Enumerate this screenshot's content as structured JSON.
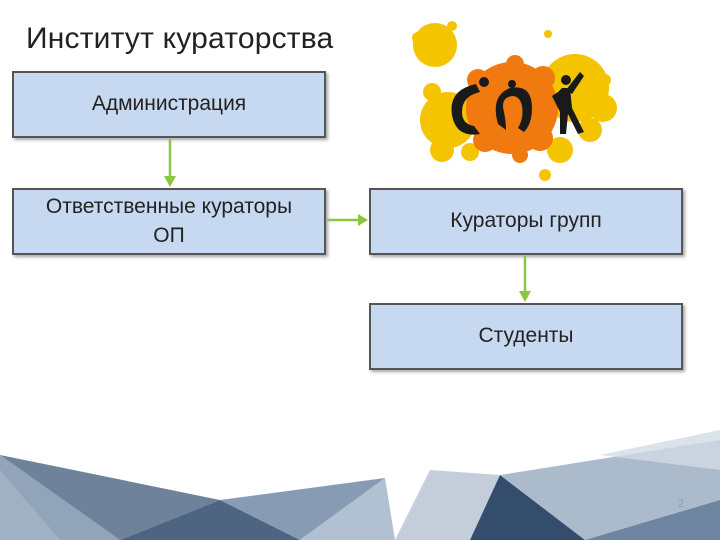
{
  "slide": {
    "title": "Институт кураторства",
    "page_number": "2"
  },
  "logo": {
    "text": "СОК",
    "splash_colors": [
      "#f2c500",
      "#f07a10",
      "#1a1a1a"
    ]
  },
  "diagram": {
    "nodes": [
      {
        "id": "admin",
        "label": "Администрация"
      },
      {
        "id": "resp",
        "label": "Ответственные кураторы\nОП"
      },
      {
        "id": "group",
        "label": "Кураторы групп"
      },
      {
        "id": "students",
        "label": "Студенты"
      }
    ],
    "edges": [
      {
        "from": "admin",
        "to": "resp"
      },
      {
        "from": "resp",
        "to": "group"
      },
      {
        "from": "group",
        "to": "students"
      }
    ],
    "box_color": "#c6d9f0",
    "arrow_color": "#8cc63f"
  }
}
